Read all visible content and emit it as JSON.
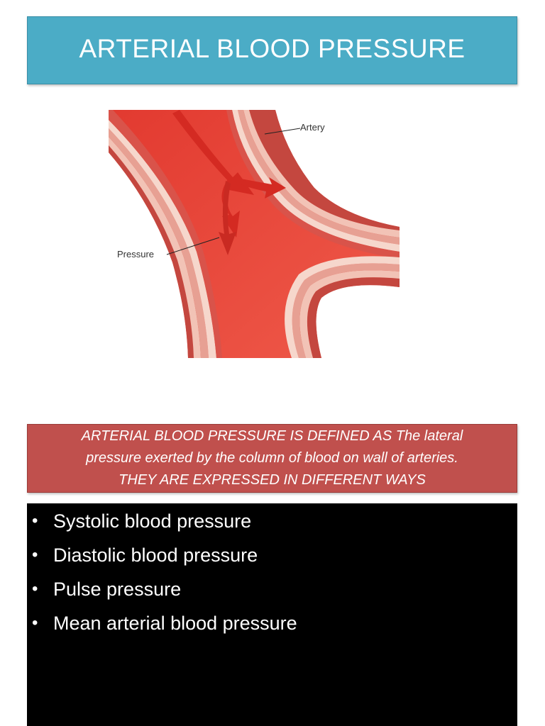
{
  "slide": {
    "title": "ARTERIAL BLOOD PRESSURE",
    "figure": {
      "label_artery": "Artery",
      "label_pressure": "Pressure"
    },
    "definition": [
      "ARTERIAL BLOOD PRESSURE IS DEFINED AS The lateral",
      "pressure exerted by the column of blood on wall of arteries.",
      "THEY ARE EXPRESSED IN DIFFERENT WAYS"
    ],
    "bullets": [
      "Systolic blood pressure",
      "Diastolic blood pressure",
      "Pulse pressure",
      "Mean arterial blood pressure"
    ],
    "bullet_symbol": "•"
  },
  "colors": {
    "title_bg": "#4bacc6",
    "definition_bg": "#c0504d",
    "list_bg": "#000000",
    "blood": "#e8453c"
  }
}
